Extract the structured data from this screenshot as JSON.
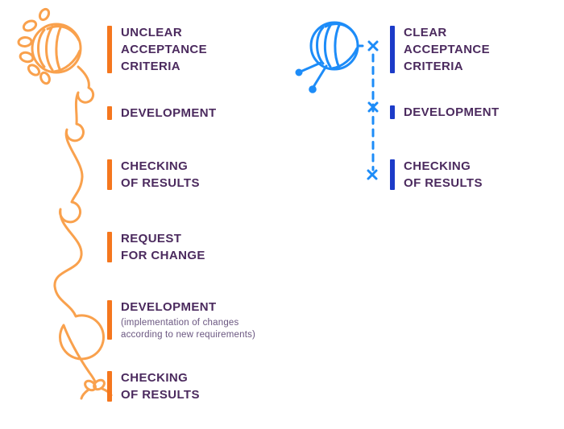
{
  "diagram": {
    "text_color": "#4B2A5E",
    "note_color": "#6A5680",
    "left": {
      "icon": "tangled-yarn-ball-icon",
      "accent_color": "#F5771E",
      "thread_color": "#F9A14D",
      "thread_style": "tangled-looping-thread",
      "steps": [
        {
          "lines": [
            "UNCLEAR",
            "ACCEPTANCE",
            "CRITERIA"
          ]
        },
        {
          "lines": [
            "DEVELOPMENT"
          ]
        },
        {
          "lines": [
            "CHECKING",
            "OF RESULTS"
          ]
        },
        {
          "lines": [
            "REQUEST",
            "FOR CHANGE"
          ]
        },
        {
          "lines": [
            "DEVELOPMENT"
          ],
          "note_lines": [
            "(implementation of changes",
            "according to new requirements)"
          ]
        },
        {
          "lines": [
            "CHECKING",
            "OF RESULTS"
          ]
        }
      ]
    },
    "right": {
      "icon": "yarn-ball-with-needles-icon",
      "accent_color": "#1C3BC8",
      "thread_color": "#1D8CF8",
      "thread_style": "straight-dashed-thread-with-x-marks",
      "steps": [
        {
          "lines": [
            "CLEAR",
            "ACCEPTANCE",
            "CRITERIA"
          ]
        },
        {
          "lines": [
            "DEVELOPMENT"
          ]
        },
        {
          "lines": [
            "CHECKING",
            "OF RESULTS"
          ]
        }
      ]
    }
  }
}
